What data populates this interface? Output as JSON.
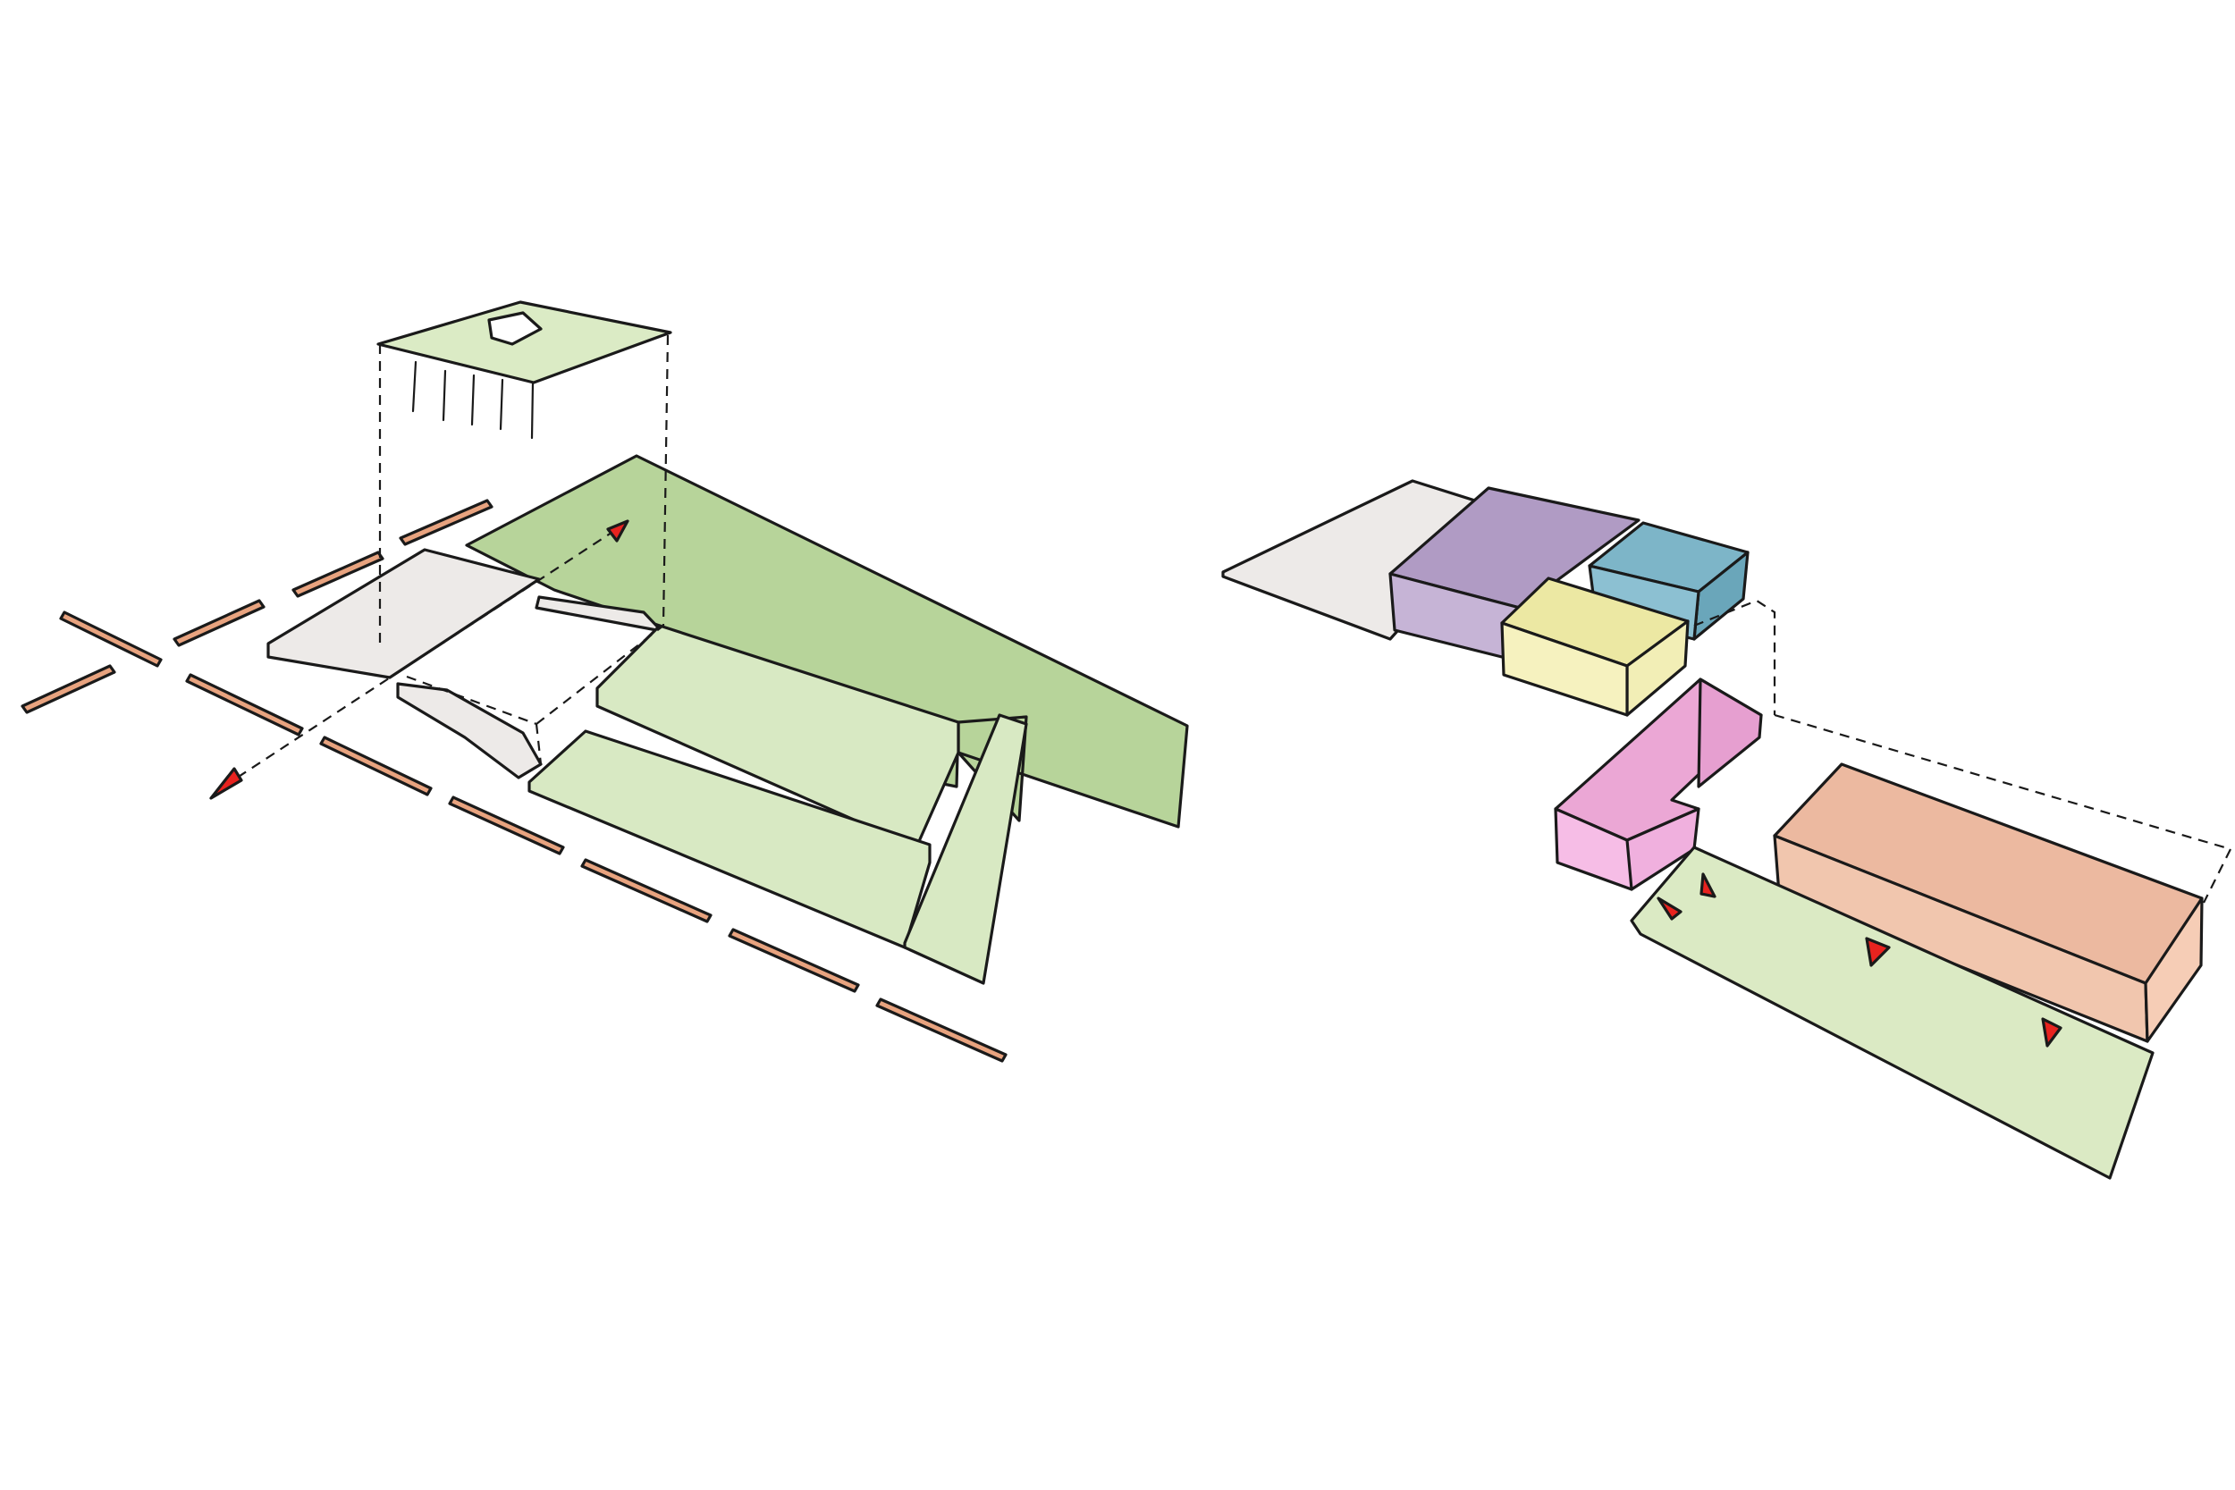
{
  "diagrams": [
    {
      "id": "site-plan-axonometric",
      "elements": [
        "street-segments",
        "green-park",
        "light-green-plots",
        "grey-plaza",
        "raised-green-roof",
        "circulation-arrow"
      ]
    },
    {
      "id": "building-massing-axonometric",
      "elements": [
        "grey-slab",
        "purple-block",
        "blue-block",
        "yellow-block",
        "pink-block",
        "salmon-block",
        "green-strip",
        "entrance-markers"
      ]
    }
  ],
  "colors": {
    "street": "#e8a37f",
    "park_dark_green": "#b7d49a",
    "plot_light_green": "#d8e9c3",
    "roof_green": "#dbebc5",
    "plaza_grey": "#edeae8",
    "block_purple": "#b09bc4",
    "block_blue": "#7db5c8",
    "block_yellow": "#ece8a3",
    "block_pink": "#eba7d5",
    "block_salmon": "#ecb9a0",
    "strip_green": "#dbeac4",
    "arrow_red": "#e8231f"
  },
  "icons": {
    "arrow": "red-triangle-arrowhead",
    "entrance": "red-triangle-marker"
  }
}
